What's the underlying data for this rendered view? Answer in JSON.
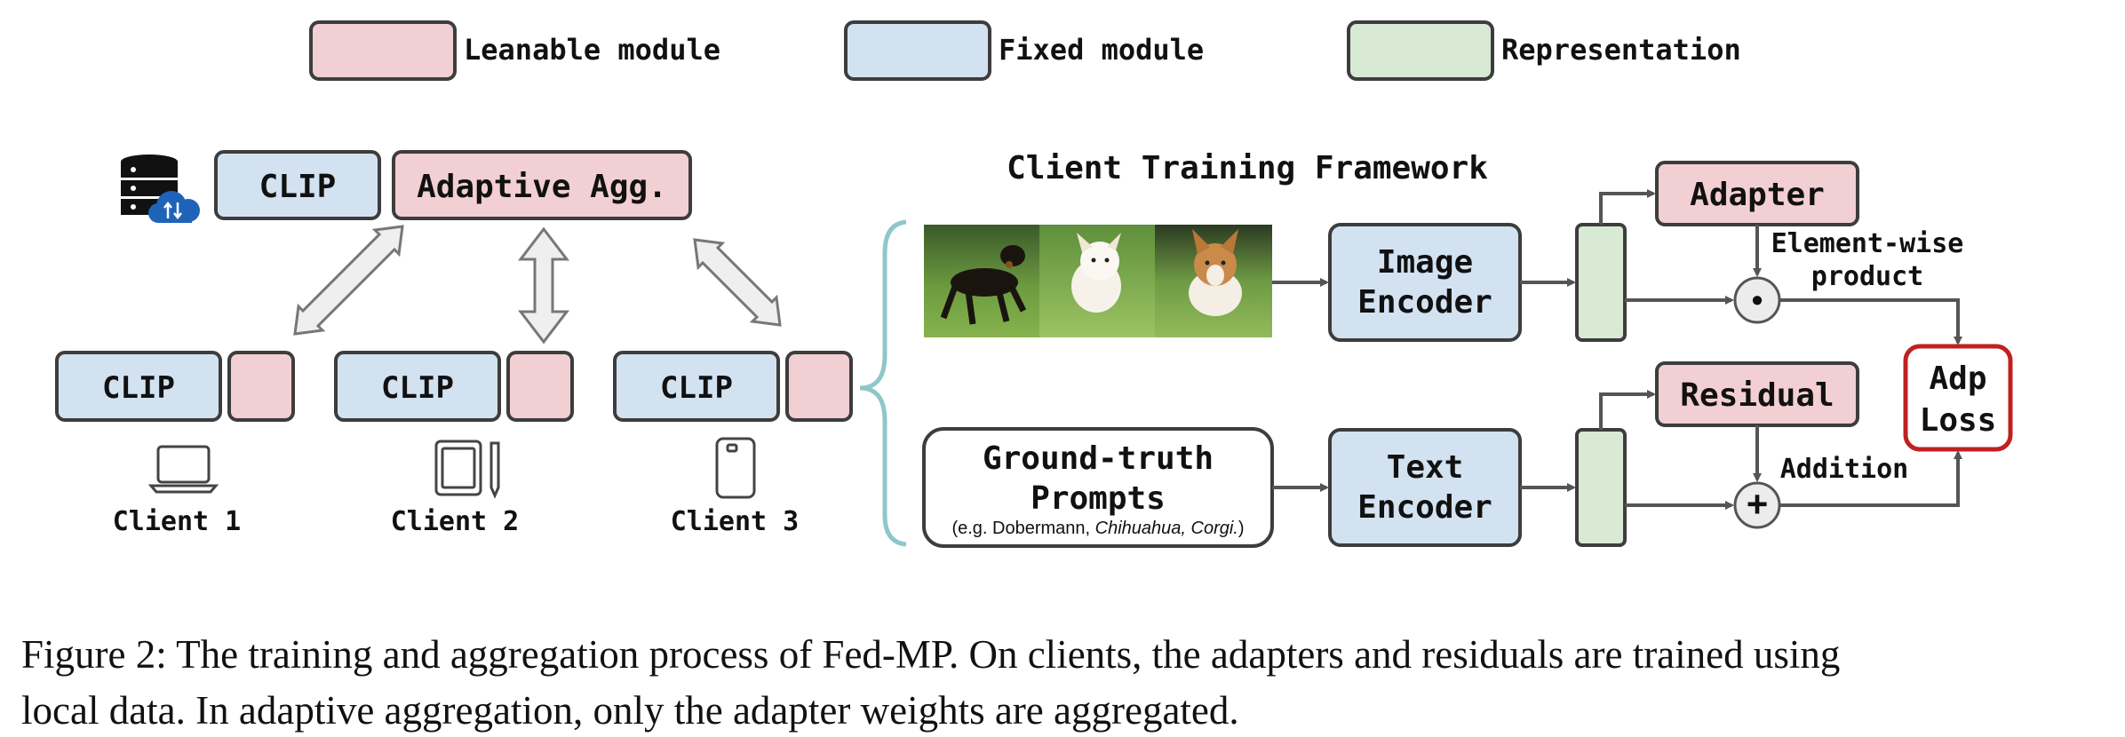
{
  "legend": {
    "learnable": "Leanable module",
    "fixed": "Fixed module",
    "representation": "Representation"
  },
  "server": {
    "clip": "CLIP",
    "adaptive_agg": "Adaptive Agg.",
    "icon": "database-cloud-icon"
  },
  "clients": [
    {
      "clip": "CLIP",
      "label": "Client 1",
      "icon": "laptop-icon"
    },
    {
      "clip": "CLIP",
      "label": "Client 2",
      "icon": "tablet-pen-icon"
    },
    {
      "clip": "CLIP",
      "label": "Client 3",
      "icon": "phone-icon"
    }
  ],
  "framework": {
    "title": "Client Training Framework",
    "images": [
      "dobermann-photo",
      "chihuahua-photo",
      "corgi-photo"
    ],
    "image_encoder": [
      "Image",
      "Encoder"
    ],
    "prompts": [
      "Ground-truth",
      "Prompts"
    ],
    "prompts_example": {
      "prefix": "(e.g. Dobermann, ",
      "italic": "Chihuahua, Corgi.",
      "suffix": ")"
    },
    "text_encoder": [
      "Text",
      "Encoder"
    ],
    "adapter": "Adapter",
    "residual": "Residual",
    "elementwise": [
      "Element-wise",
      "product"
    ],
    "addition": "Addition",
    "loss": [
      "Adp",
      "Loss"
    ],
    "product_symbol": "•",
    "plus_symbol": "+"
  },
  "caption": {
    "line1": "Figure 2: The training and aggregation process of Fed-MP. On clients, the adapters and residuals are trained using",
    "line2": "local data. In adaptive aggregation, only the adapter weights are aggregated."
  },
  "colors": {
    "learnable": "#f2cfd2",
    "fixed": "#d3e2f0",
    "representation": "#d8ead3",
    "loss_border": "#c0201f",
    "brace": "#8fc7c9"
  }
}
